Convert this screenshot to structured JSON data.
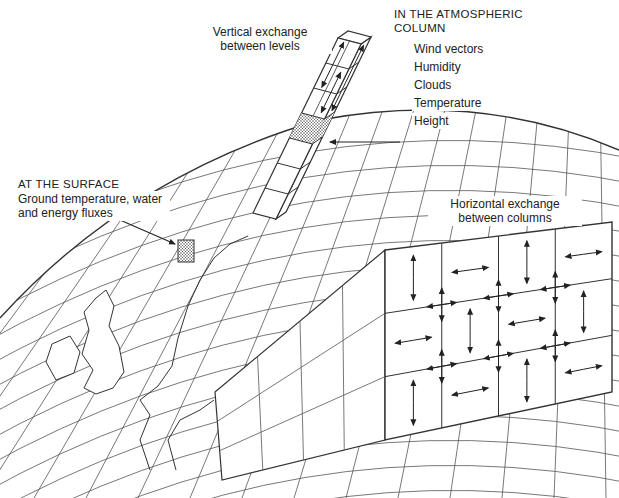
{
  "diagram": {
    "labels": [
      "Vertical exchange between levels",
      "IN THE ATMOSPHERIC COLUMN",
      "Wind vectors",
      "Humidity",
      "Clouds",
      "Temperature",
      "Height",
      "AT THE SURFACE",
      "Ground temperature, water and energy fluxes",
      "Horizontal exchange between columns"
    ]
  }
}
